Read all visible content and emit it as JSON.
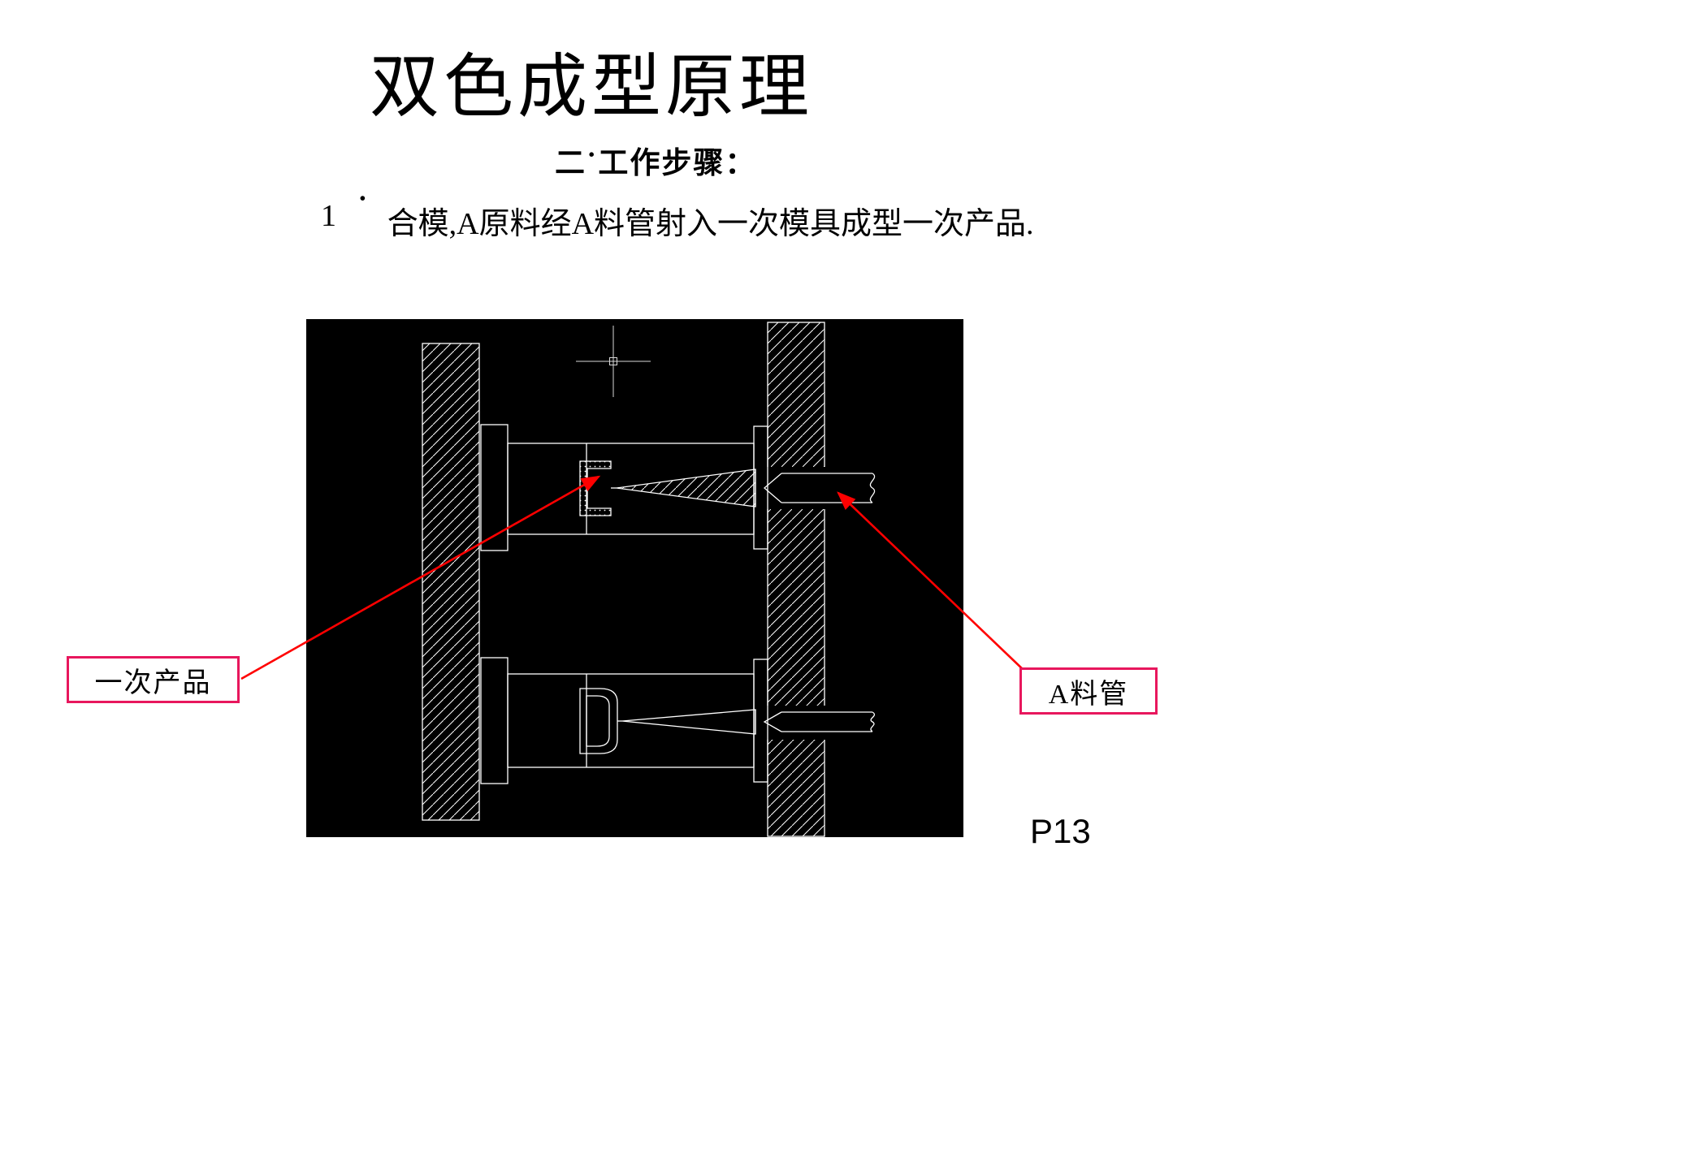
{
  "slide": {
    "title": "双色成型原理",
    "subtitle": "二˙工作步骤：",
    "step1": {
      "number": "1",
      "bullet": "˙",
      "text": "合模,A原料经A料管射入一次模具成型一次产品."
    },
    "page_number": "P13"
  },
  "callouts": {
    "primary_product": "一次产品",
    "a_barrel": "A料管"
  },
  "icons": {
    "crosshair_icon": "+"
  },
  "colors": {
    "slide_background": "#ffffff",
    "drawing_background": "#000000",
    "drawing_lines": "#ffffff",
    "callout_border": "#e8175d",
    "arrow": "#ff0000"
  }
}
